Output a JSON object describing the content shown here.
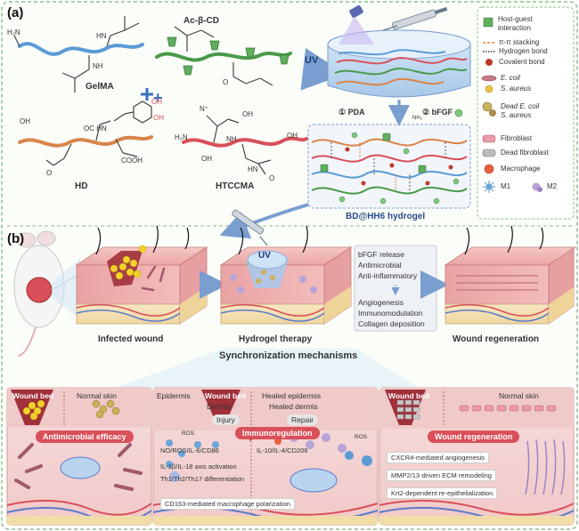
{
  "panel_a": {
    "label": "(a)",
    "molecules": {
      "gelma": "GelMA",
      "ac_beta_cd": "Ac-β-CD",
      "hd": "HD",
      "htccma": "HTCCMA"
    },
    "atoms": {
      "h2n_1": "H₂N",
      "hn_1": "HN",
      "nh_1": "NH",
      "o_1": "O",
      "oh_1": "OH",
      "oh_2": "OH",
      "oc_hn": "OC   HN",
      "cooh": "COOH",
      "h2n_2": "H₂N",
      "oh_3": "OH",
      "nh_2": "NH",
      "oh_4": "OH",
      "oh_5": "OH",
      "hn_2": "HN",
      "n_plus": "N⁺",
      "oh_6": "OH",
      "o_2": "O",
      "o_3": "O",
      "nh2": "NH₂"
    },
    "plus": "+",
    "uv": "UV",
    "additive_pda": "① PDA",
    "additive_bfgf": "② bFGF",
    "hydrogel_caption": "BD@HH6 hydrogel"
  },
  "legend": {
    "host_guest_1": "Host-guest",
    "host_guest_2": "interaction",
    "pi_pi": "π-π stacking",
    "hbond": "Hydrogen bond",
    "covalent": "Covalent bond",
    "ecoli": "E. coil",
    "saureus": "S. aureus",
    "dead_ecoli": "Dead E. coil",
    "dead_saureus": "S. aureus",
    "fibroblast": "Fibroblast",
    "dead_fibroblast": "Dead fibroblast",
    "macrophage": "Macrophage",
    "m1": "M1",
    "m2": "M2"
  },
  "panel_b": {
    "label": "(b)",
    "uv": "UV",
    "stage_infected": "Infected wound",
    "stage_therapy": "Hydrogel therapy",
    "stage_regen": "Wound regeneration",
    "effects": [
      "bFGF release",
      "Antimicrobial",
      "Anti-inflammatory"
    ],
    "outcomes": [
      "Angiogenesis",
      "Immunomodulation",
      "Collagen deposition"
    ],
    "sync_title": "Synchronization mechanisms"
  },
  "bottom": {
    "p1": {
      "wound_bed": "Wound bed",
      "normal_skin": "Normal skin",
      "badge": "Antimicrobial efficacy"
    },
    "p2": {
      "epidermis": "Epidermis",
      "wound_bed": "Wound bed",
      "dermis": "Dermis",
      "healed_epidermis": "Healed epidermis",
      "healed_dermis": "Healed dermis",
      "injury": "Injury",
      "repair": "Repair",
      "badge": "Immunoregulation",
      "ros_1": "ROS",
      "ros_2": "ROS",
      "left_text": "NO/ROS/IL-6/CD86",
      "right_text": "IL-10/IL-4/CD206",
      "points": [
        "IL-1β/IL-18 axis activation",
        "Th1/Th2/Th17 differentiation",
        "CD163-mediated macrophage polarization"
      ]
    },
    "p3": {
      "wound_bed": "Wound bed",
      "normal_skin": "Normal skin",
      "badge": "Wound regeneration",
      "points": [
        "CXCR4-mediated angiogenesis",
        "MMP2/13-driven ECM remodeling",
        "Krt2-dependent re-epithelialization"
      ]
    }
  },
  "colors": {
    "gelma": "#5b9bd5",
    "ac_cd": "#4a9a4a",
    "hd": "#d9844a",
    "htccma": "#d9505a",
    "badge": "#d9505a",
    "border": "#8cc08c"
  }
}
